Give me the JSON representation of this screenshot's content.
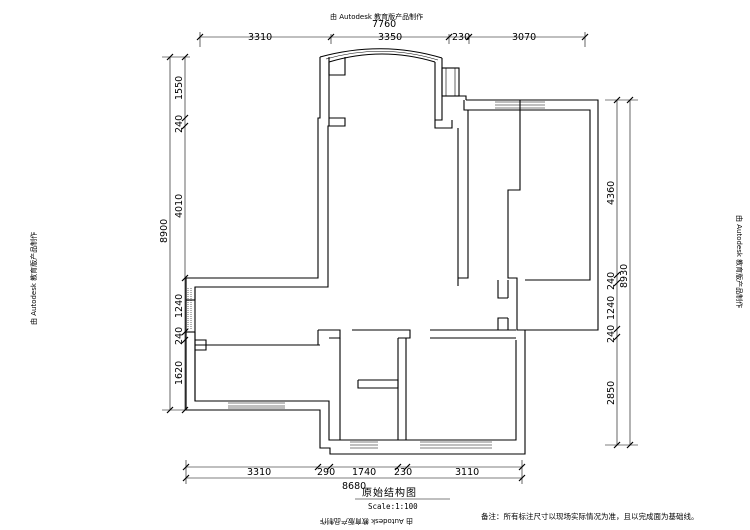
{
  "watermarks": {
    "top": "由 Autodesk 教育版产品制作",
    "bottom": "由 Autodesk 教育版产品制作",
    "left": "由 Autodesk 教育版产品制作",
    "right": "由 Autodesk 教育版产品制作"
  },
  "dimensions": {
    "top_total": "7760",
    "top": [
      "3310",
      "3350",
      "230",
      "3070"
    ],
    "left_total": "8900",
    "left": [
      "1550",
      "240",
      "4010",
      "1240",
      "240",
      "1620"
    ],
    "right_total": "8930",
    "right": [
      "4360",
      "240",
      "1240",
      "240",
      "2850"
    ],
    "bottom_total": "8680",
    "bottom": [
      "3310",
      "290",
      "1740",
      "230",
      "3110"
    ]
  },
  "title_block": {
    "title": "原始结构图",
    "scale": "Scale:1:100"
  },
  "note": "备注：所有标注尺寸以现场实际情况为准，且以完成面为基础线。"
}
